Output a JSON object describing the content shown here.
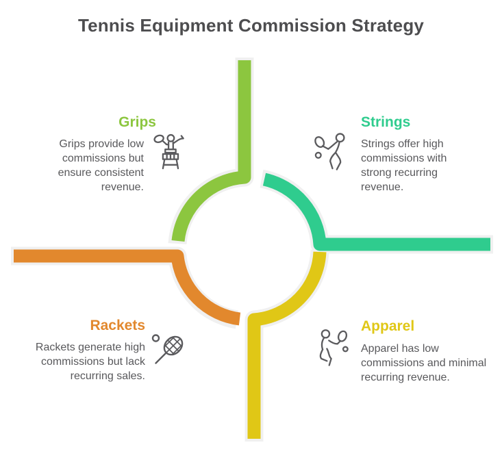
{
  "title": "Tennis Equipment Commission Strategy",
  "colors": {
    "grips": "#8cc63f",
    "strings": "#2fcc8e",
    "rackets": "#e2882d",
    "apparel": "#e0c716",
    "casing": "#f0f0f0",
    "heading_text": "#4d4d4f",
    "body_text": "#58585b"
  },
  "quadrants": [
    {
      "id": "grips",
      "position": "top-left",
      "label": "Grips",
      "description": "Grips provide low commissions but ensure consistent revenue.",
      "color": "#8cc63f",
      "icon": "umpire-chair-icon"
    },
    {
      "id": "strings",
      "position": "top-right",
      "label": "Strings",
      "description": "Strings offer high commissions with strong recurring revenue.",
      "color": "#2fcc8e",
      "icon": "tennis-serve-player-icon"
    },
    {
      "id": "rackets",
      "position": "bottom-left",
      "label": "Rackets",
      "description": "Rackets generate high commissions but lack recurring sales.",
      "color": "#e2882d",
      "icon": "tennis-racket-ball-icon"
    },
    {
      "id": "apparel",
      "position": "bottom-right",
      "label": "Apparel",
      "description": "Apparel has low commissions and minimal recurring revenue.",
      "color": "#e0c716",
      "icon": "tennis-forehand-player-icon"
    }
  ]
}
